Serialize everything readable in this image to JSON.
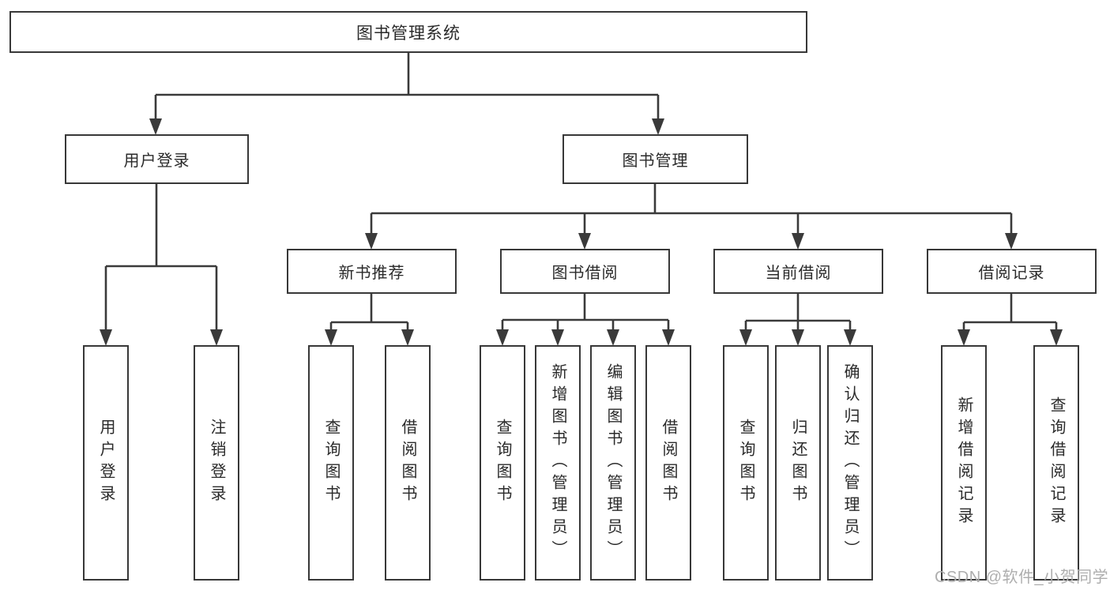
{
  "colors": {
    "line": "#3a3a3a",
    "box_border": "#383838",
    "text": "#2a2a2a",
    "watermark": "#aeaeae",
    "background": "#ffffff"
  },
  "tree": {
    "root_label": "图书管理系统",
    "branches": [
      {
        "label": "用户登录",
        "children": [
          {
            "label": "用户登录"
          },
          {
            "label": "注销登录"
          }
        ]
      },
      {
        "label": "图书管理",
        "children": [
          {
            "label": "新书推荐",
            "children": [
              {
                "label": "查询图书"
              },
              {
                "label": "借阅图书"
              }
            ]
          },
          {
            "label": "图书借阅",
            "children": [
              {
                "label": "查询图书"
              },
              {
                "label": "新增图书（管理员）"
              },
              {
                "label": "编辑图书（管理员）"
              },
              {
                "label": "借阅图书"
              }
            ]
          },
          {
            "label": "当前借阅",
            "children": [
              {
                "label": "查询图书"
              },
              {
                "label": "归还图书"
              },
              {
                "label": "确认归还（管理员）"
              }
            ]
          },
          {
            "label": "借阅记录",
            "children": [
              {
                "label": "新增借阅记录"
              },
              {
                "label": "查询借阅记录"
              }
            ]
          }
        ]
      }
    ]
  },
  "watermark": {
    "text": "CSDN @软件_小贺同学"
  }
}
